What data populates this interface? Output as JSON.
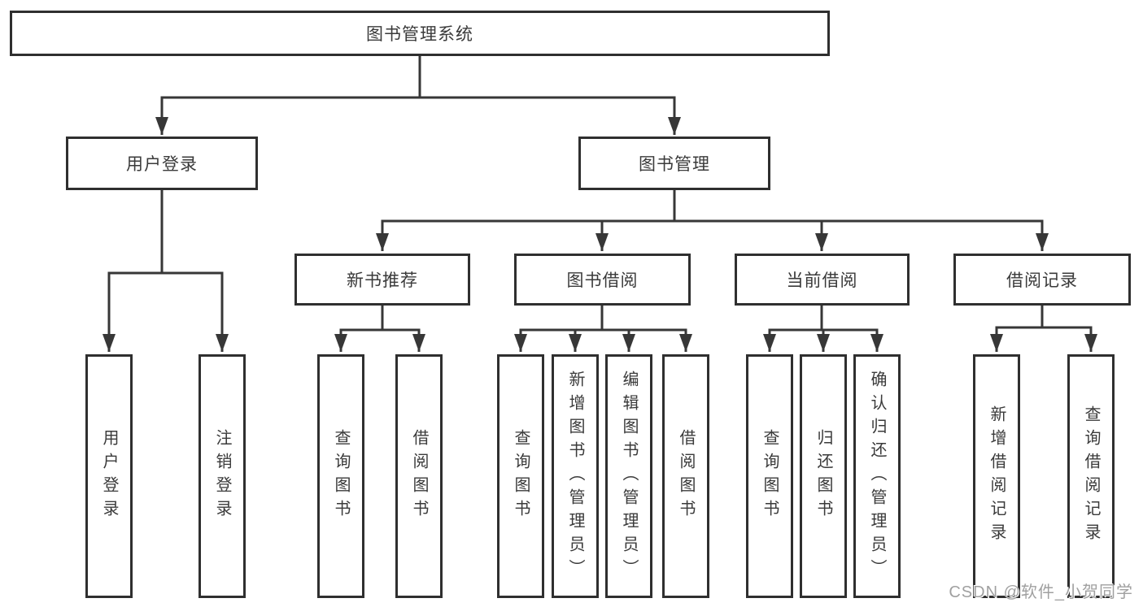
{
  "diagram": {
    "title": "图书管理系统",
    "branches": [
      {
        "label": "用户登录",
        "children": [
          {
            "label": "用户登录"
          },
          {
            "label": "注销登录"
          }
        ]
      },
      {
        "label": "图书管理",
        "children": [
          {
            "label": "新书推荐",
            "children": [
              {
                "label": "查询图书"
              },
              {
                "label": "借阅图书"
              }
            ]
          },
          {
            "label": "图书借阅",
            "children": [
              {
                "label": "查询图书"
              },
              {
                "label": "新增图书（管理员）"
              },
              {
                "label": "编辑图书（管理员）"
              },
              {
                "label": "借阅图书"
              }
            ]
          },
          {
            "label": "当前借阅",
            "children": [
              {
                "label": "查询图书"
              },
              {
                "label": "归还图书"
              },
              {
                "label": "确认归还（管理员）"
              }
            ]
          },
          {
            "label": "借阅记录",
            "children": [
              {
                "label": "新增借阅记录"
              },
              {
                "label": "查询借阅记录"
              }
            ]
          }
        ]
      }
    ]
  },
  "colors": {
    "background": "#ffffff",
    "box_border": "#2f2f2f",
    "line": "#373737",
    "text": "#3a3a3a",
    "watermark": "#a0a0a0"
  },
  "watermark": {
    "text": "CSDN @软件_小贺同学"
  }
}
